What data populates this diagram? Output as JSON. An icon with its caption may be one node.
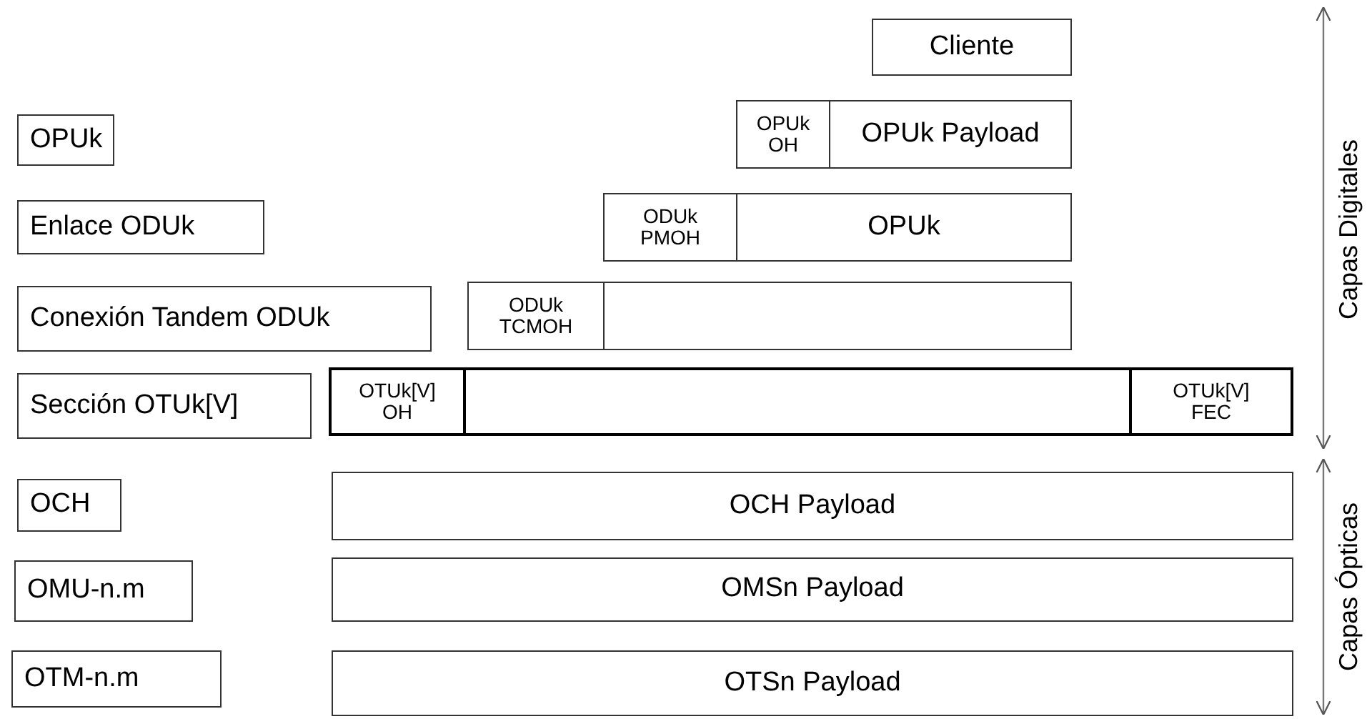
{
  "diagram": {
    "nodes": [
      {
        "text": [
          "Cliente"
        ]
      },
      {
        "text": [
          "OPUk"
        ]
      },
      {
        "text": [
          "OPUk OH"
        ]
      },
      {
        "text": [
          "OPUk Payload"
        ]
      },
      {
        "text": [
          "Enlace ODUk"
        ]
      },
      {
        "text": [
          "ODUk PMOH"
        ]
      },
      {
        "text": [
          "OPUk"
        ]
      },
      {
        "text": [
          "Conexión Tandem ODUk"
        ]
      },
      {
        "text": [
          "ODUk TCMOH"
        ]
      },
      {
        "text": [],
        "shape": "box"
      },
      {
        "text": [
          "Sección OTUk[V]"
        ]
      },
      {
        "text": [
          "OTUk[V] OH"
        ]
      },
      {
        "text": [],
        "shape": "box"
      },
      {
        "text": [
          "OTUk[V] FEC"
        ]
      },
      {
        "text": [
          "OCH"
        ]
      },
      {
        "text": [
          "OCH Payload"
        ]
      },
      {
        "text": [
          "OMU-n.m"
        ]
      },
      {
        "text": [
          "OMSn Payload"
        ]
      },
      {
        "text": [
          "OTM-n.m"
        ]
      },
      {
        "text": [
          "OTSn Payload"
        ]
      }
    ],
    "edges": [],
    "labels": [
      "Capas Digitales",
      "Capas Ópticas"
    ]
  }
}
